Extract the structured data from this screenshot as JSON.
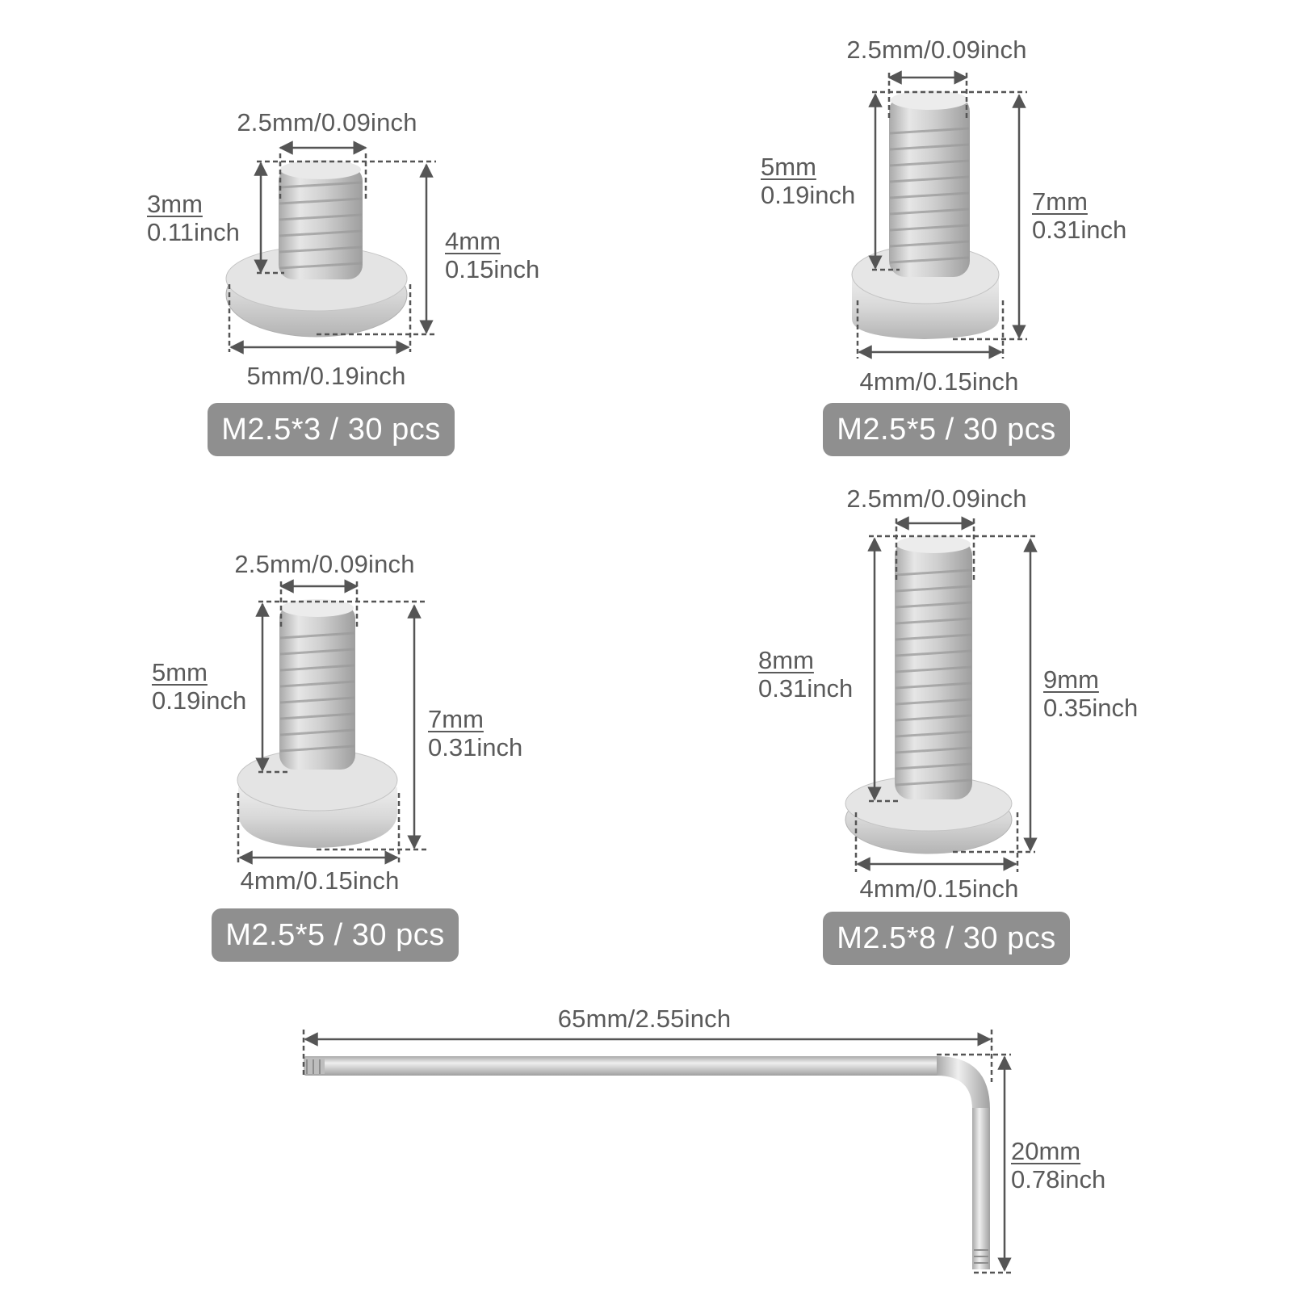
{
  "screws": [
    {
      "badge": "M2.5*3 / 30 pcs",
      "thread_width": "2.5mm/0.09inch",
      "thread_length_mm": "3mm",
      "thread_length_inch": "0.11inch",
      "total_length_mm": "4mm",
      "total_length_inch": "0.15inch",
      "head_width": "5mm/0.19inch"
    },
    {
      "badge": "M2.5*5 / 30 pcs",
      "thread_width": "2.5mm/0.09inch",
      "thread_length_mm": "5mm",
      "thread_length_inch": "0.19inch",
      "total_length_mm": "7mm",
      "total_length_inch": "0.31inch",
      "head_width": "4mm/0.15inch"
    },
    {
      "badge": "M2.5*5 / 30 pcs",
      "thread_width": "2.5mm/0.09inch",
      "thread_length_mm": "5mm",
      "thread_length_inch": "0.19inch",
      "total_length_mm": "7mm",
      "total_length_inch": "0.31inch",
      "head_width": "4mm/0.15inch"
    },
    {
      "badge": "M2.5*8 / 30 pcs",
      "thread_width": "2.5mm/0.09inch",
      "thread_length_mm": "8mm",
      "thread_length_inch": "0.31inch",
      "total_length_mm": "9mm",
      "total_length_inch": "0.35inch",
      "head_width": "4mm/0.15inch"
    }
  ],
  "wrench": {
    "long_arm": "65mm/2.55inch",
    "short_arm_mm": "20mm",
    "short_arm_inch": "0.78inch"
  },
  "colors": {
    "badge_bg": "#8f8f8f",
    "badge_text": "#ffffff",
    "dimension_line": "#555555",
    "label_text": "#5a5a5a",
    "metal": "#c9c9c9"
  }
}
